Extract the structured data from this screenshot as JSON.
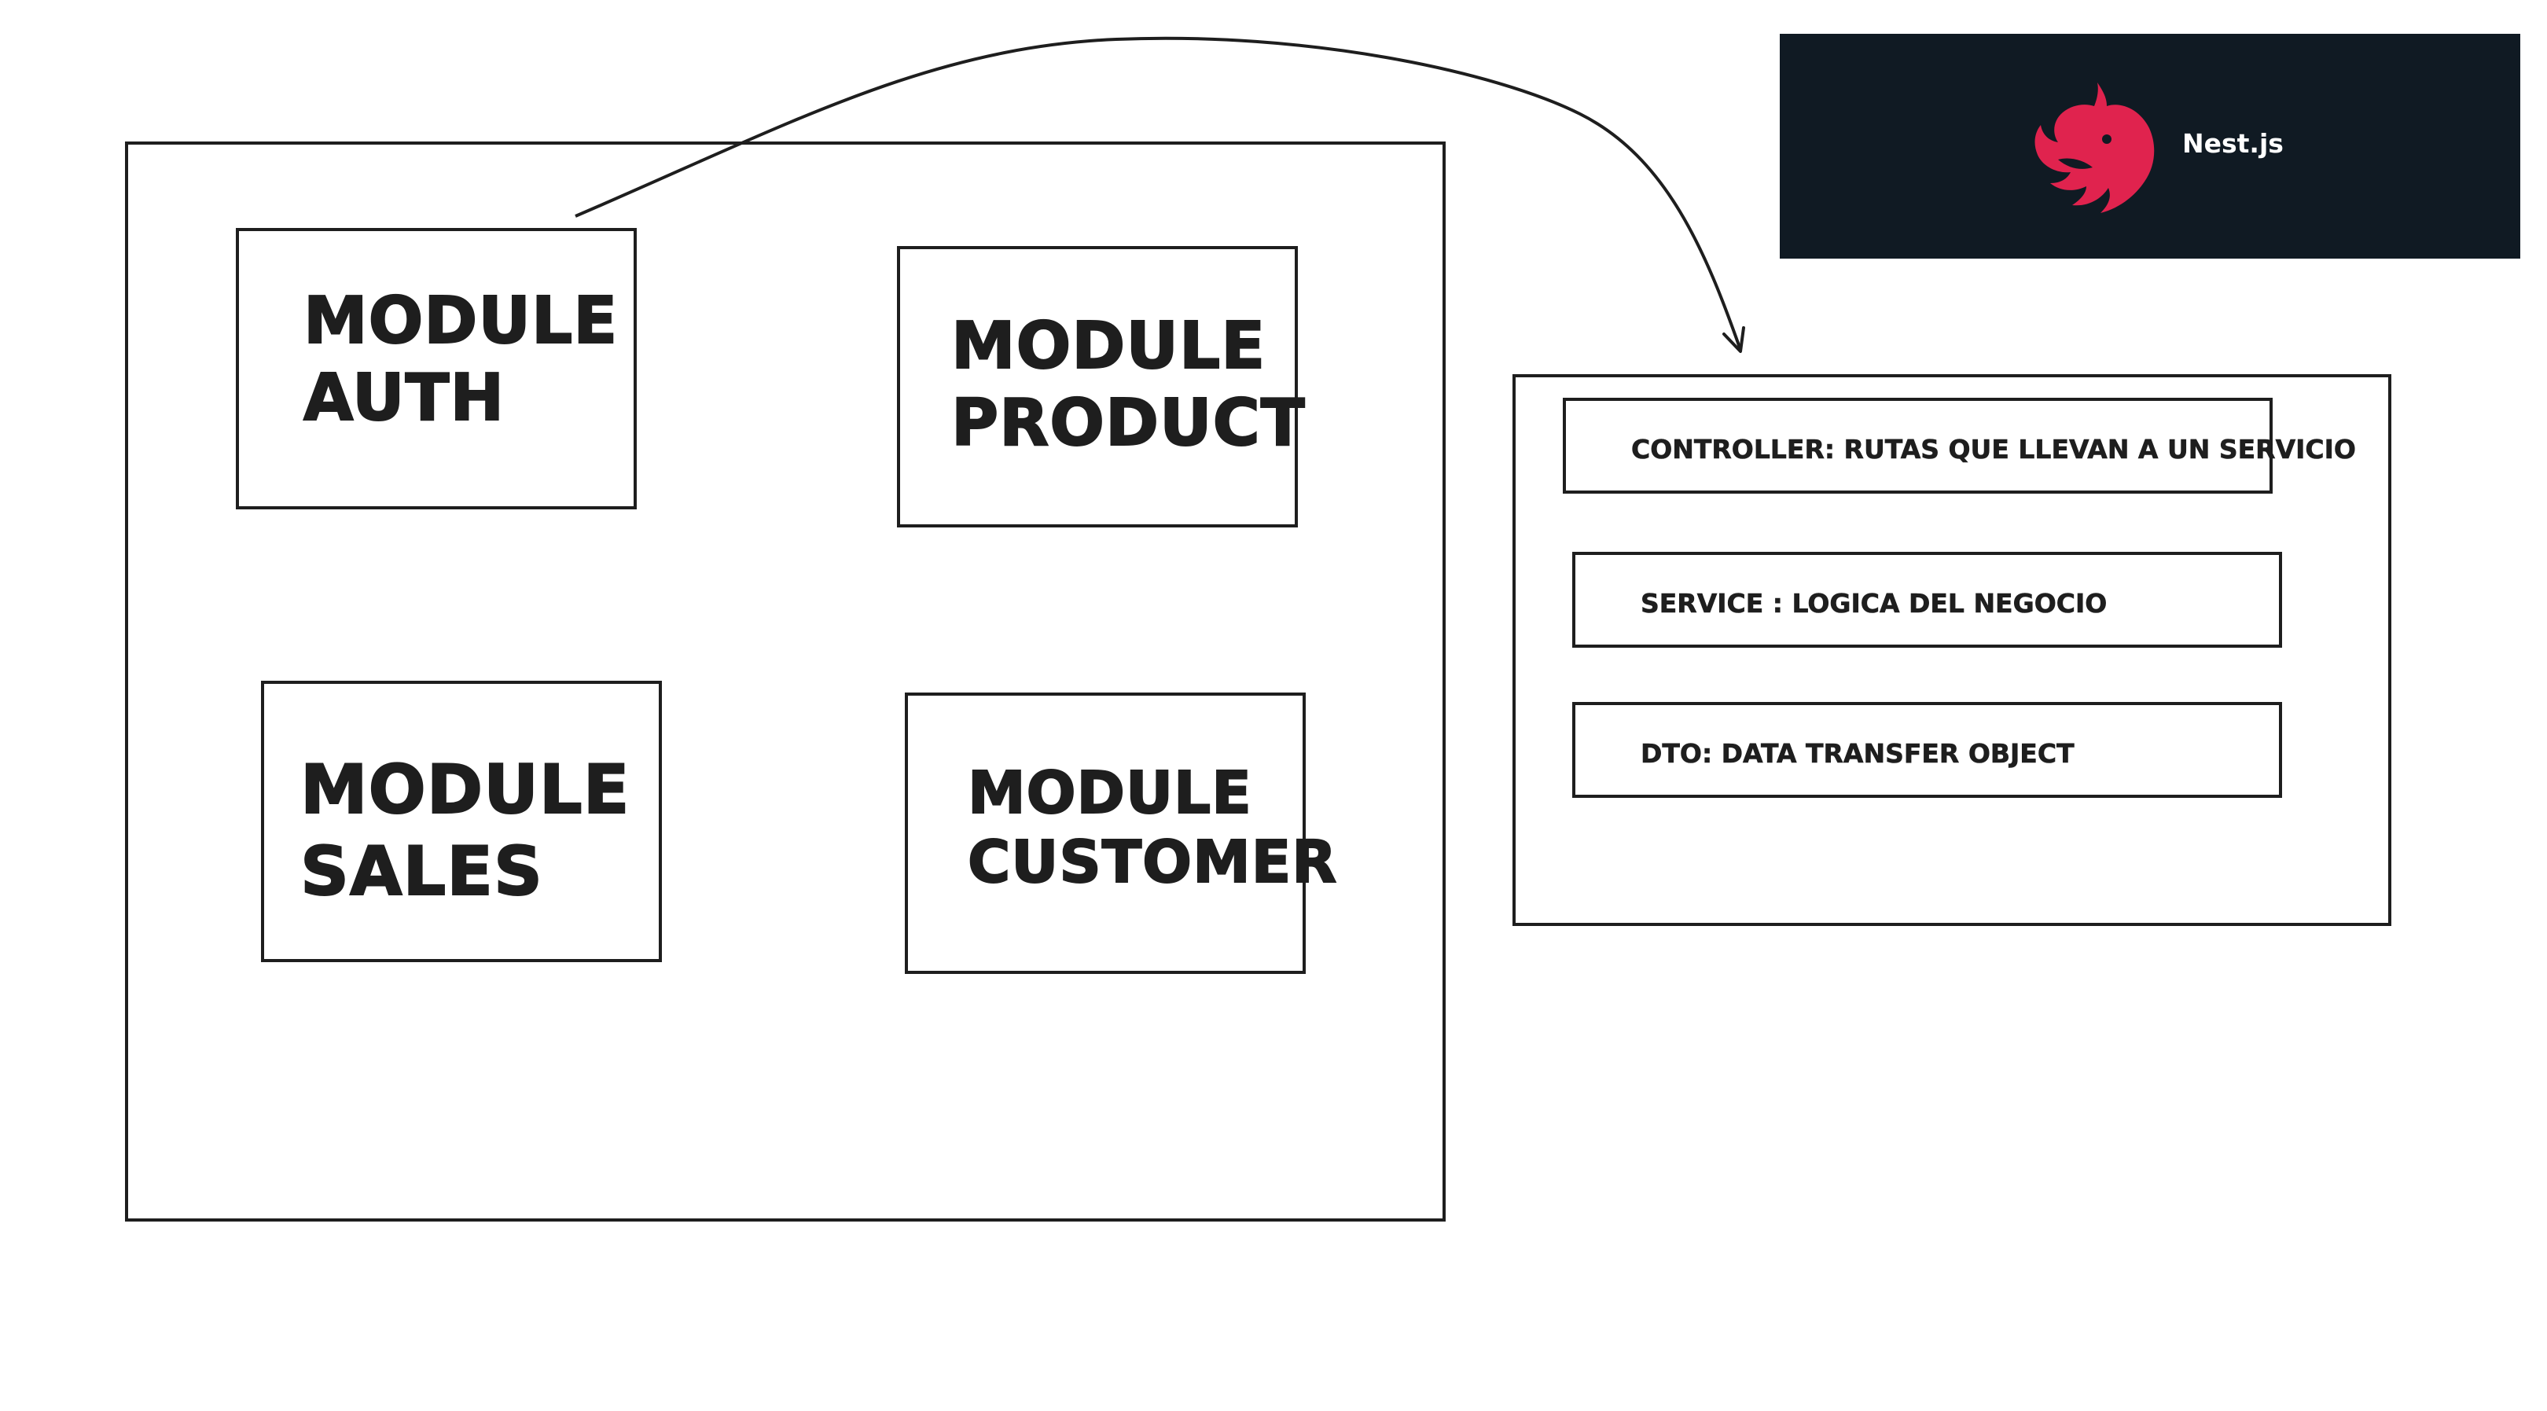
{
  "modules": [
    {
      "id": "auth",
      "line1": "MODULE",
      "line2": "AUTH"
    },
    {
      "id": "product",
      "line1": "MODULE",
      "line2": "PRODUCT"
    },
    {
      "id": "sales",
      "line1": "MODULE",
      "line2": "SALES"
    },
    {
      "id": "customer",
      "line1": "MODULE",
      "line2": "CUSTOMER"
    }
  ],
  "layers": [
    {
      "id": "controller",
      "label": "CONTROLLER: RUTAS QUE LLEVAN A UN SERVICIO"
    },
    {
      "id": "service",
      "label": "SERVICE : LOGICA DEL NEGOCIO"
    },
    {
      "id": "dto",
      "label": "DTO:  DATA TRANSFER OBJECT"
    }
  ],
  "logo": {
    "text": "Nest.js",
    "background_color": "#101a23",
    "icon_color": "#e0234e",
    "icon": "nestjs-cat-icon"
  },
  "colors": {
    "stroke": "#1e1e1e",
    "background": "#ffffff"
  }
}
